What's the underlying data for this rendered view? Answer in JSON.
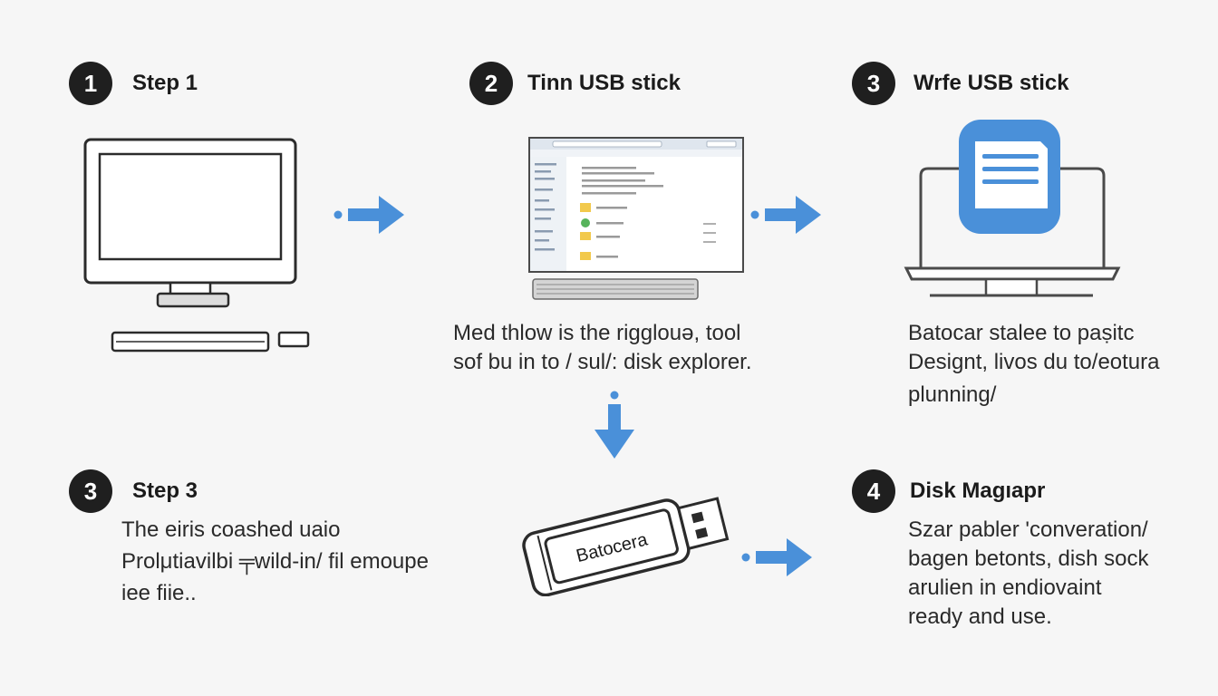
{
  "steps": [
    {
      "num": "1",
      "title": "Step 1"
    },
    {
      "num": "2",
      "title": "Tinn USB stick"
    },
    {
      "num": "3",
      "title": "Wrfe USB stick"
    },
    {
      "num": "3",
      "title": "Step 3"
    },
    {
      "num": "4",
      "title": "Disk Magıapr"
    }
  ],
  "descriptions": {
    "middle": [
      "Med  thlow is the rigglouə, tool",
      "sof bu in to / sul/: disk explorer."
    ],
    "right_top": [
      "Batocar stalee to paṣitc",
      "Designt, livos du to/eotura",
      "plunning/"
    ],
    "left_bottom": [
      "The eiris coashed uaio",
      "Prolμtiavilbi ╤wild-in/ fil emoupe",
      "iee fiie.."
    ],
    "right_bottom": [
      "Szar pabler 'converation/",
      "bagen betonts, dish sock",
      "arulien in endiovaint",
      "ready and use."
    ]
  },
  "usb_label": "Batocera",
  "colors": {
    "accent_blue": "#4a90d9",
    "badge": "#1f1f1f",
    "outline": "#2b2b2b"
  },
  "icons": [
    "monitor-icon",
    "laptop-explorer-icon",
    "laptop-document-icon",
    "usb-stick-icon",
    "arrow-right-icon",
    "arrow-down-icon"
  ]
}
